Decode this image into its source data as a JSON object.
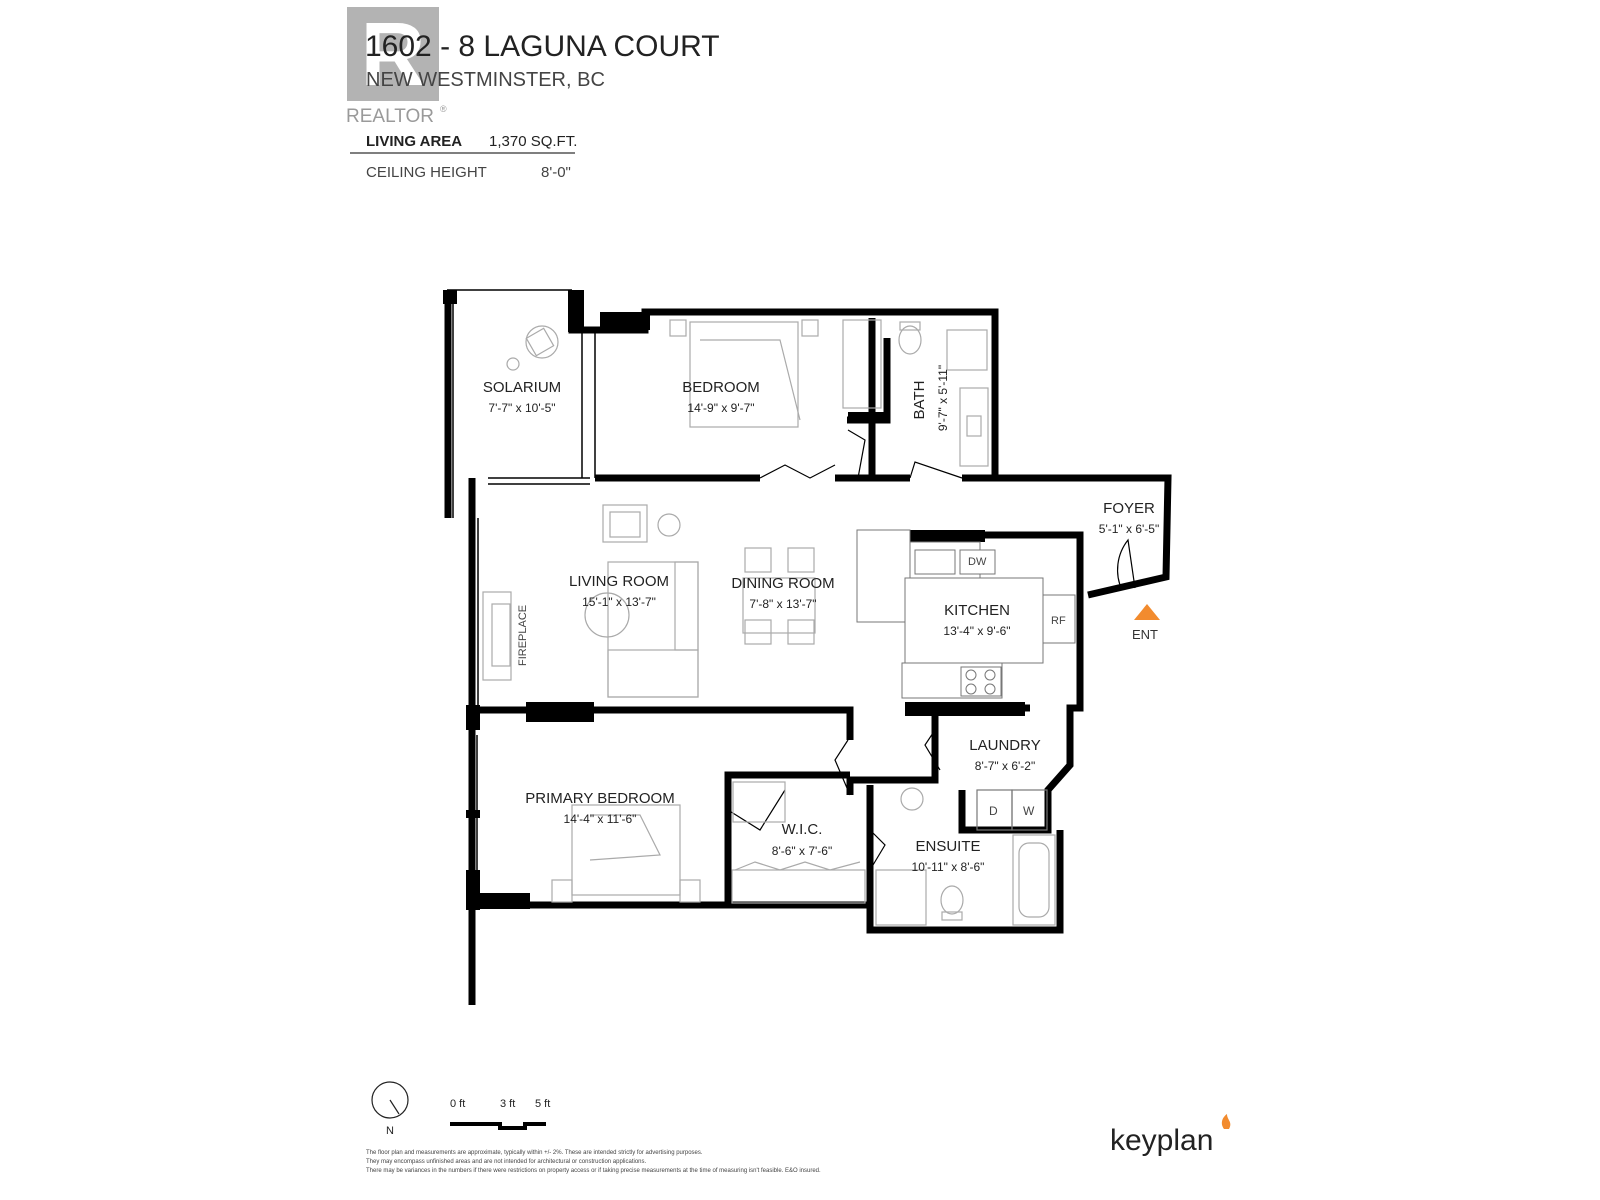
{
  "header": {
    "title": "1602 - 8 LAGUNA COURT",
    "subtitle": "NEW WESTMINSTER, BC",
    "watermark": "REALTOR",
    "living_area_label": "LIVING AREA",
    "living_area_value": "1,370 SQ.FT.",
    "ceiling_label": "CEILING HEIGHT",
    "ceiling_value": "8'-0\""
  },
  "rooms": {
    "solarium": {
      "name": "SOLARIUM",
      "dims": "7'-7\"  x  10'-5\""
    },
    "bedroom": {
      "name": "BEDROOM",
      "dims": "14'-9\"  x  9'-7\""
    },
    "bath": {
      "name": "BATH",
      "dims": "9'-7\"  x  5'-11\""
    },
    "foyer": {
      "name": "FOYER",
      "dims": "5'-1\"  x  6'-5\""
    },
    "living": {
      "name": "LIVING ROOM",
      "dims": "15'-1\"  x  13'-7\""
    },
    "dining": {
      "name": "DINING ROOM",
      "dims": "7'-8\"  x  13'-7\""
    },
    "kitchen": {
      "name": "KITCHEN",
      "dims": "13'-4\"  x  9'-6\""
    },
    "laundry": {
      "name": "LAUNDRY",
      "dims": "8'-7\"  x  6'-2\""
    },
    "primary": {
      "name": "PRIMARY BEDROOM",
      "dims": "14'-4\"  x  11'-6\""
    },
    "wic": {
      "name": "W.I.C.",
      "dims": "8'-6\"  x  7'-6\""
    },
    "ensuite": {
      "name": "ENSUITE",
      "dims": "10'-11\"  x  8'-6\""
    }
  },
  "fixtures": {
    "fireplace": "FIREPLACE",
    "dishwasher": "DW",
    "fridge": "RF",
    "dryer": "D",
    "washer": "W",
    "entry": "ENT"
  },
  "legend": {
    "north": "N",
    "scale_0": "0 ft",
    "scale_3": "3 ft",
    "scale_5": "5 ft"
  },
  "disclaimer": [
    "The floor plan and measurements are approximate, typically within +/- 2%. These are intended strictly for advertising purposes.",
    "They may encompass unfinished areas and are not intended for architectural or construction applications.",
    "There may be variances in the numbers if there were restrictions on property access or if taking precise measurements at the time of measuring isn't feasible. E&O insured."
  ],
  "brand": "keyplan",
  "colors": {
    "wall": "#000000",
    "entry_arrow": "#f28b2e",
    "brand_mark": "#f28b2e",
    "watermark": "#9a9a9a"
  }
}
